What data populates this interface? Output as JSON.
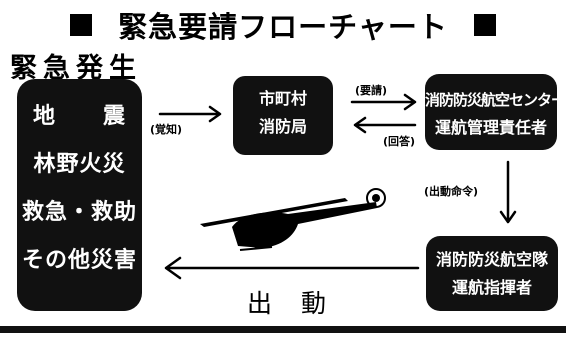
{
  "title": "緊急要請フローチャート",
  "outbreak_label": "緊急発生",
  "disasters": {
    "earthquake_left": "地",
    "earthquake_right": "震",
    "forest_fire": "林野火災",
    "rescue": "救急・救助",
    "other": "その他災害"
  },
  "municipal_fire": {
    "line1": "市町村",
    "line2": "消防局"
  },
  "aviation_center": {
    "line1": "消防防災航空センター",
    "line2": "運航管理責任者"
  },
  "aviation_squad": {
    "line1": "消防防災航空隊",
    "line2": "運航指揮者"
  },
  "labels": {
    "report": "(覚知)",
    "request": "(要請)",
    "reply": "(回答)",
    "dispatch_order": "(出動命令)",
    "deployment": "出　動"
  },
  "icons": {
    "helicopter": "helicopter-icon"
  }
}
